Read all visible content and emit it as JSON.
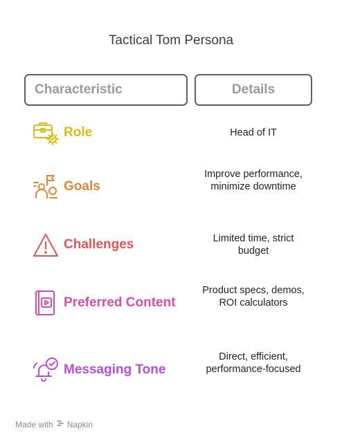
{
  "title": "Tactical Tom Persona",
  "header": {
    "characteristic": "Characteristic",
    "details": "Details"
  },
  "rows": [
    {
      "label": "Role",
      "detail": "Head of IT",
      "color": "#d8c01a",
      "icon": "briefcase-gear-icon"
    },
    {
      "label": "Goals",
      "detail": "Improve performance, minimize downtime",
      "color": "#e2873a",
      "icon": "person-target-icon"
    },
    {
      "label": "Challenges",
      "detail": "Limited time, strict budget",
      "color": "#e25555",
      "icon": "warning-triangle-icon"
    },
    {
      "label": "Preferred Content",
      "detail": "Product specs, demos, ROI calculators",
      "color": "#d94fa6",
      "icon": "video-book-icon"
    },
    {
      "label": "Messaging Tone",
      "detail": "Direct, efficient, performance-focused",
      "color": "#b44fe0",
      "icon": "bell-check-icon"
    }
  ],
  "footer": {
    "made_with": "Made with",
    "brand": "Napkin"
  }
}
